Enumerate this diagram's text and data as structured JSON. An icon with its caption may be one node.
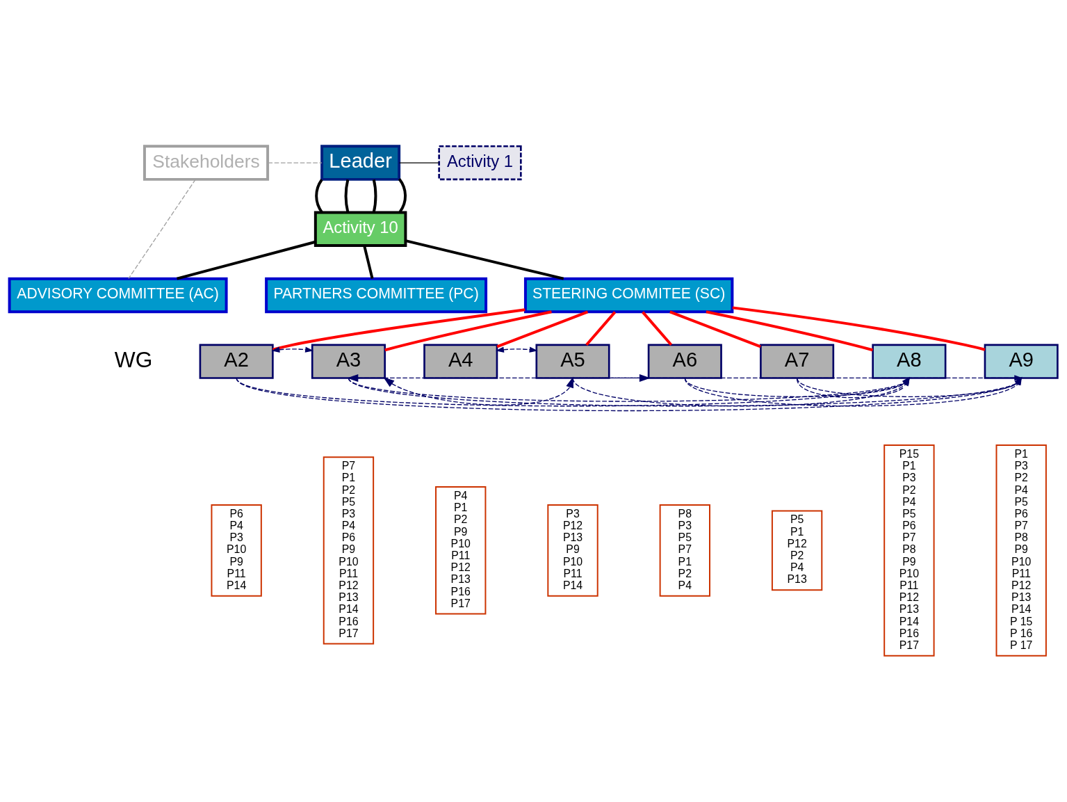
{
  "diagram": {
    "nodes": [
      {
        "text": [
          "Stakeholders"
        ]
      },
      {
        "text": [
          "Leader"
        ]
      },
      {
        "text": [
          "Activity 1"
        ]
      },
      {
        "text": [
          "Activity 10"
        ]
      },
      {
        "text": [
          "ADVISORY COMMITTEE (AC)"
        ]
      },
      {
        "text": [
          "PARTNERS COMMITTEE (PC)"
        ]
      },
      {
        "text": [
          "STEERING COMMITEE (SC)"
        ]
      },
      {
        "text": [
          "A2"
        ]
      },
      {
        "text": [
          "A3"
        ]
      },
      {
        "text": [
          "A4"
        ]
      },
      {
        "text": [
          "A5"
        ]
      },
      {
        "text": [
          "A6"
        ]
      },
      {
        "text": [
          "A7"
        ]
      },
      {
        "text": [
          "A8"
        ]
      },
      {
        "text": [
          "A9"
        ]
      },
      {
        "text": [
          "P6",
          "P4",
          "P3",
          "P10",
          "P9",
          "P11",
          "P14"
        ]
      },
      {
        "text": [
          "P7",
          "P1",
          "P2",
          "P5",
          "P3",
          "P4",
          "P6",
          "P9",
          "P10",
          "P11",
          "P12",
          "P13",
          "P14",
          "P16",
          "P17"
        ]
      },
      {
        "text": [
          "P4",
          "P1",
          "P2",
          "P9",
          "P10",
          "P11",
          "P12",
          "P13",
          "P16",
          "P17"
        ]
      },
      {
        "text": [
          "P3",
          "P12",
          "P13",
          "P9",
          "P10",
          "P11",
          "P14"
        ]
      },
      {
        "text": [
          "P8",
          "P3",
          "P5",
          "P7",
          "P1",
          "P2",
          "P4"
        ]
      },
      {
        "text": [
          "P5",
          "P1",
          "P12",
          "P2",
          "P4",
          "P13"
        ]
      },
      {
        "text": [
          "P15",
          "P1",
          "P3",
          "P2",
          "P4",
          "P5",
          "P6",
          "P7",
          "P8",
          "P9",
          "P10",
          "P11",
          "P12",
          "P13",
          "P14",
          "P16",
          "P17"
        ]
      },
      {
        "text": [
          "P1",
          "P3",
          "P2",
          "P4",
          "P5",
          "P6",
          "P7",
          "P8",
          "P9",
          "P10",
          "P11",
          "P12",
          "P13",
          "P14",
          "P 15",
          "P 16",
          "P 17"
        ]
      }
    ],
    "edges": [
      {
        "from": 0,
        "to": 1,
        "arrow": "none",
        "style": "dashed",
        "color": "#a0a0a0"
      },
      {
        "from": 0,
        "to": 4,
        "arrow": "none",
        "style": "dashed",
        "color": "#a0a0a0"
      },
      {
        "from": 1,
        "to": 2,
        "arrow": "none",
        "color": "#000000"
      },
      {
        "from": 1,
        "to": 3,
        "arrow": "none",
        "style": "thick",
        "color": "#000000"
      },
      {
        "from": 1,
        "to": 3,
        "arrow": "none",
        "style": "thick",
        "color": "#000000"
      },
      {
        "from": 1,
        "to": 3,
        "arrow": "none",
        "style": "thick",
        "color": "#000000"
      },
      {
        "from": 1,
        "to": 3,
        "arrow": "none",
        "style": "thick",
        "color": "#000000"
      },
      {
        "from": 3,
        "to": 4,
        "arrow": "none",
        "style": "thick",
        "color": "#000000"
      },
      {
        "from": 3,
        "to": 5,
        "arrow": "none",
        "style": "thick",
        "color": "#000000"
      },
      {
        "from": 3,
        "to": 6,
        "arrow": "none",
        "style": "thick",
        "color": "#000000"
      },
      {
        "from": 6,
        "to": 7,
        "arrow": "none",
        "style": "thick",
        "color": "#ff0000"
      },
      {
        "from": 6,
        "to": 8,
        "arrow": "none",
        "style": "thick",
        "color": "#ff0000"
      },
      {
        "from": 6,
        "to": 9,
        "arrow": "none",
        "style": "thick",
        "color": "#ff0000"
      },
      {
        "from": 6,
        "to": 10,
        "arrow": "none",
        "style": "thick",
        "color": "#ff0000"
      },
      {
        "from": 6,
        "to": 11,
        "arrow": "none",
        "style": "thick",
        "color": "#ff0000"
      },
      {
        "from": 6,
        "to": 12,
        "arrow": "none",
        "style": "thick",
        "color": "#ff0000"
      },
      {
        "from": 6,
        "to": 13,
        "arrow": "none",
        "style": "thick",
        "color": "#ff0000"
      },
      {
        "from": 6,
        "to": 14,
        "arrow": "none",
        "style": "thick",
        "color": "#ff0000"
      },
      {
        "from": 7,
        "to": 8,
        "arrow": "both",
        "style": "dashed",
        "color": "#000066"
      },
      {
        "from": 9,
        "to": 10,
        "arrow": "both",
        "style": "dashed",
        "color": "#000066"
      },
      {
        "from": 8,
        "to": 11,
        "arrow": "both",
        "style": "dashed",
        "color": "#000066"
      },
      {
        "from": 8,
        "to": 10,
        "arrow": "both",
        "style": "dashed",
        "color": "#000066"
      },
      {
        "from": 7,
        "to": 13,
        "arrow": "to",
        "style": "dashed",
        "color": "#000066"
      },
      {
        "from": 7,
        "to": 14,
        "arrow": "to",
        "style": "dashed",
        "color": "#000066"
      },
      {
        "from": 8,
        "to": 13,
        "arrow": "to",
        "style": "dashed",
        "color": "#000066"
      },
      {
        "from": 8,
        "to": 14,
        "arrow": "to",
        "style": "dashed",
        "color": "#000066"
      },
      {
        "from": 10,
        "to": 13,
        "arrow": "to",
        "style": "dashed",
        "color": "#000066"
      },
      {
        "from": 10,
        "to": 14,
        "arrow": "to",
        "style": "dashed",
        "color": "#000066"
      },
      {
        "from": 11,
        "to": 13,
        "arrow": "to",
        "style": "dashed",
        "color": "#000066"
      },
      {
        "from": 11,
        "to": 14,
        "arrow": "to",
        "style": "dashed",
        "color": "#000066"
      },
      {
        "from": 12,
        "to": 13,
        "arrow": "to",
        "style": "dashed",
        "color": "#000066"
      },
      {
        "from": 12,
        "to": 14,
        "arrow": "to",
        "style": "dashed",
        "color": "#000066"
      }
    ],
    "labels": [
      "WG"
    ]
  }
}
